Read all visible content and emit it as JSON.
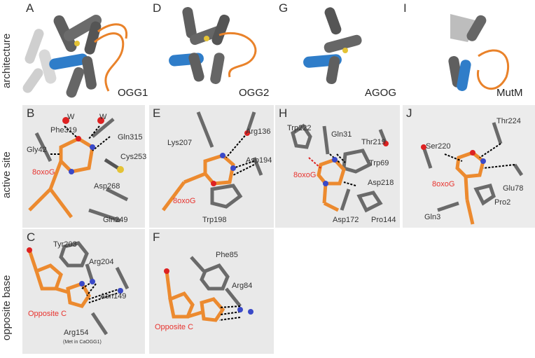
{
  "row_labels": {
    "architecture": "architecture",
    "active_site": "active site",
    "opposite_base": "opposite base"
  },
  "panel_letters": {
    "A": "A",
    "B": "B",
    "C": "C",
    "D": "D",
    "E": "E",
    "F": "F",
    "G": "G",
    "H": "H",
    "I": "I",
    "J": "J"
  },
  "enzymes": {
    "ogg1": "OGG1",
    "ogg2": "OGG2",
    "agog": "AGOG",
    "mutm": "MutM"
  },
  "panel_B": {
    "water1": "W",
    "water2": "W",
    "phe319": "Phe319",
    "gln315": "Gln315",
    "gly42": "Gly42",
    "cys253": "Cys253",
    "ligand": "8oxoG",
    "asp268": "Asp268",
    "gln249": "Gln249"
  },
  "panel_C": {
    "tyr203": "Tyr203",
    "arg204": "Arg204",
    "asn149": "Asn149",
    "ligand": "Opposite C",
    "arg154": "Arg154",
    "note": "(Met in CaOGG1)"
  },
  "panel_E": {
    "arg136": "Arg136",
    "lys207": "Lys207",
    "asp194": "Asp194",
    "ligand": "8oxoG",
    "trp198": "Trp198"
  },
  "panel_F": {
    "phe85": "Phe85",
    "arg84": "Arg84",
    "ligand": "Opposite C"
  },
  "panel_H": {
    "trp222": "Trp222",
    "gln31": "Gln31",
    "thr219": "Thr219",
    "trp69": "Trp69",
    "ligand": "8oxoG",
    "asp218": "Asp218",
    "asp172": "Asp172",
    "pro144": "Pro144"
  },
  "panel_J": {
    "thr224": "Thr224",
    "ser220": "Ser220",
    "glu78": "Glu78",
    "ligand": "8oxoG",
    "pro2": "Pro2",
    "gln3": "Gln3"
  },
  "colors": {
    "helix_grey": "#5f5f5f",
    "helix_light": "#cfcfcf",
    "helix_blue": "#2f7dc9",
    "loop_orange": "#e9822a",
    "ligand_orange": "#ec8a2f",
    "residue_grey": "#6a6a6a",
    "nitrogen_blue": "#3a49c8",
    "oxygen_red": "#dd2222",
    "sulfur_yellow": "#e4c235",
    "label_red": "#e8332e",
    "panel_bg": "#e9e9e9"
  }
}
